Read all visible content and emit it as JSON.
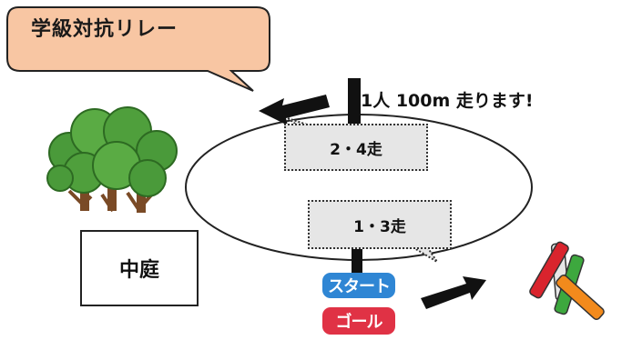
{
  "speech_bubble": {
    "title": "学級対抗リレー"
  },
  "note": {
    "text": "1人 100m 走ります!"
  },
  "labels": {
    "runners_2_4": "2・4走",
    "runners_1_3": "1・3走",
    "courtyard": "中庭",
    "start": "スタート",
    "goal": "ゴール"
  },
  "colors": {
    "bubble_fill": "#f8c6a3",
    "start_badge": "#2f86d4",
    "goal_badge": "#e03245",
    "label_box": "#e6e6e6",
    "tree_green": "#4a9a3a"
  },
  "icons": [
    "tree-icon",
    "arrow-left-icon",
    "arrow-right-icon",
    "relay-batons-icon"
  ]
}
